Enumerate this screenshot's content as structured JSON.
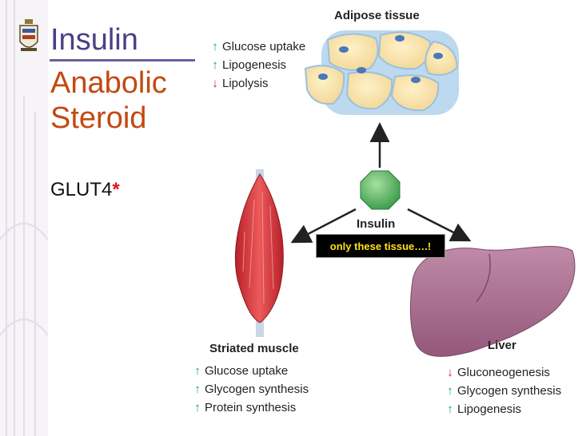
{
  "slide": {
    "title_line1": "Insulin",
    "title_line2": "Anabolic",
    "title_line3": "Steroid",
    "glut_label": "GLUT4",
    "glut_marker": "*"
  },
  "diagram": {
    "center_label": "Insulin",
    "callout": "only these tissue….!",
    "adipose": {
      "title": "Adipose tissue",
      "effects": [
        {
          "direction": "up",
          "text": "Glucose uptake"
        },
        {
          "direction": "up",
          "text": "Lipogenesis"
        },
        {
          "direction": "down",
          "text": "Lipolysis"
        }
      ]
    },
    "muscle": {
      "title": "Striated muscle",
      "effects": [
        {
          "direction": "up",
          "text": "Glucose uptake"
        },
        {
          "direction": "up",
          "text": "Glycogen synthesis"
        },
        {
          "direction": "up",
          "text": "Protein synthesis"
        }
      ]
    },
    "liver": {
      "title": "Liver",
      "effects": [
        {
          "direction": "down",
          "text": "Gluconeogenesis"
        },
        {
          "direction": "up",
          "text": "Glycogen synthesis"
        },
        {
          "direction": "up",
          "text": "Lipogenesis"
        }
      ]
    },
    "arrow_symbols": {
      "up": "↑",
      "down": "↓"
    }
  },
  "colors": {
    "title_primary": "#4b3f86",
    "title_accent": "#c3490f",
    "arrow_up": "#1a9a8a",
    "arrow_down": "#d0202a",
    "callout_text": "#ffe11a"
  }
}
